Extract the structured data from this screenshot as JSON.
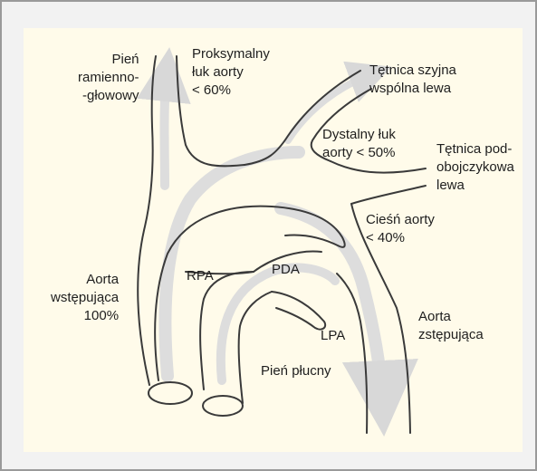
{
  "colors": {
    "frame_border": "#9a9a9a",
    "panel_background": "#fffbea",
    "vessel_outline": "#3a3a3a",
    "flow_arrows": "#dcdcdc"
  },
  "labels": {
    "brachiocephalic": "Pień\nramienno-\n-głowowy",
    "proximal_arch": "Proksymalny\nłuk aorty\n< 60%",
    "left_common_carotid": "Tętnica szyjna\nwspólna lewa",
    "distal_arch": "Dystalny łuk\naorty < 50%",
    "left_subclavian": "Tętnica pod-\nobojczykowa\nlewa",
    "isthmus": "Cieśń aorty\n< 40%",
    "ascending_aorta": "Aorta\nwstępująca\n100%",
    "rpa": "RPA",
    "pda": "PDA",
    "lpa": "LPA",
    "pulmonary_trunk": "Pień płucny",
    "descending_aorta": "Aorta\nzstępująca"
  }
}
